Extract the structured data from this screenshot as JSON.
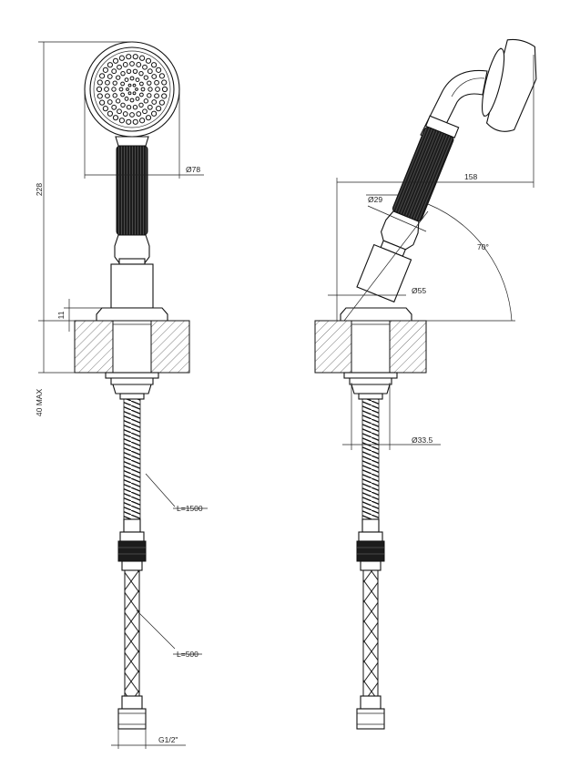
{
  "dimensions": {
    "height_total": "228",
    "head_diameter": "78",
    "flange_height": "11",
    "deck_thickness": "40 MAX",
    "hose_length": "L=1500",
    "flex_length": "L=500",
    "thread": "G1/2\"",
    "projection": "158",
    "handle_diameter": "29",
    "tilt_angle": "70°",
    "base_diameter": "55",
    "hole_diameter": "33.5"
  },
  "diameter_symbol": "Ø",
  "colors": {
    "line": "#111111",
    "fill_dark": "#1c1c1c",
    "hatch": "#555555"
  }
}
